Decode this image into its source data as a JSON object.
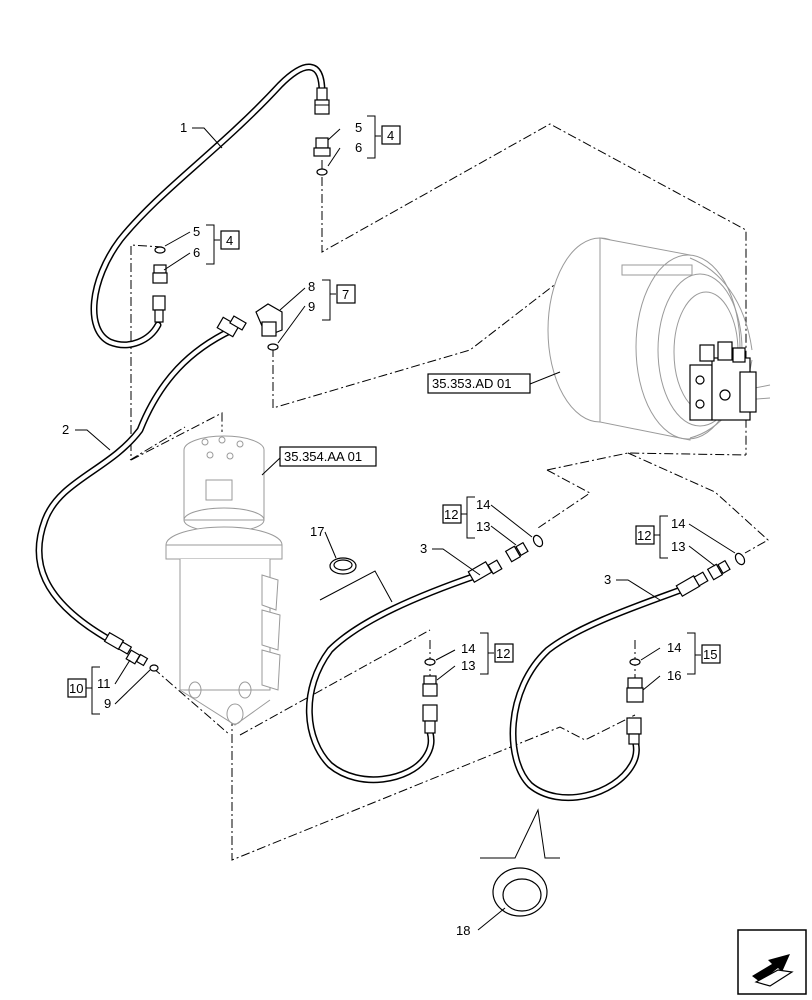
{
  "callouts": {
    "c1": "1",
    "c2": "2",
    "c3a": "3",
    "c3b": "3",
    "c5a": "5",
    "c6a": "6",
    "c5b": "5",
    "c6b": "6",
    "c8": "8",
    "c9a": "9",
    "c9b": "9",
    "c11": "11",
    "c13a": "13",
    "c13b": "13",
    "c13c": "13",
    "c14a": "14",
    "c14b": "14",
    "c14c": "14",
    "c14d": "14",
    "c16": "16",
    "c17": "17",
    "c18": "18"
  },
  "kits": {
    "k4a": "4",
    "k4b": "4",
    "k7": "7",
    "k10": "10",
    "k12a": "12",
    "k12b": "12",
    "k12c": "12",
    "k15": "15"
  },
  "refs": {
    "travel_motor": "35.353.AD 01",
    "swivel_joint": "35.354.AA 01"
  },
  "icons": {
    "nav": "next-page-arrow-icon"
  }
}
